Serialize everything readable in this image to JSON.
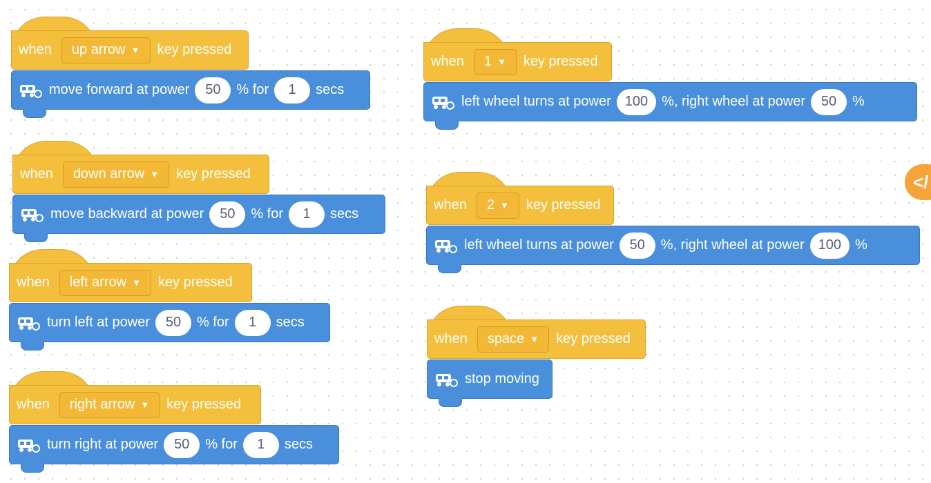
{
  "colors": {
    "event": "#f4bf3c",
    "motion": "#4a8fdc",
    "code_tab": "#f6a43a"
  },
  "scripts": [
    {
      "when": "when",
      "key": "up arrow",
      "key_pressed": "key pressed",
      "parts": [
        "move forward at power",
        "50",
        "% for",
        "1",
        "secs"
      ]
    },
    {
      "when": "when",
      "key": "down arrow",
      "key_pressed": "key pressed",
      "parts": [
        "move backward at power",
        "50",
        "% for",
        "1",
        "secs"
      ]
    },
    {
      "when": "when",
      "key": "left arrow",
      "key_pressed": "key pressed",
      "parts": [
        "turn left at power",
        "50",
        "% for",
        "1",
        "secs"
      ]
    },
    {
      "when": "when",
      "key": "right arrow",
      "key_pressed": "key pressed",
      "parts": [
        "turn right at power",
        "50",
        "% for",
        "1",
        "secs"
      ]
    },
    {
      "when": "when",
      "key": "1",
      "key_pressed": "key pressed",
      "parts": [
        "left wheel turns at power",
        "100",
        "%,  right wheel at power",
        "50",
        "%"
      ]
    },
    {
      "when": "when",
      "key": "2",
      "key_pressed": "key pressed",
      "parts": [
        "left wheel turns at power",
        "50",
        "%,  right wheel at power",
        "100",
        "%"
      ]
    },
    {
      "when": "when",
      "key": "space",
      "key_pressed": "key pressed",
      "parts": [
        "stop moving"
      ]
    }
  ],
  "code_tab": {
    "glyph": "</",
    "icon": "code-icon"
  }
}
